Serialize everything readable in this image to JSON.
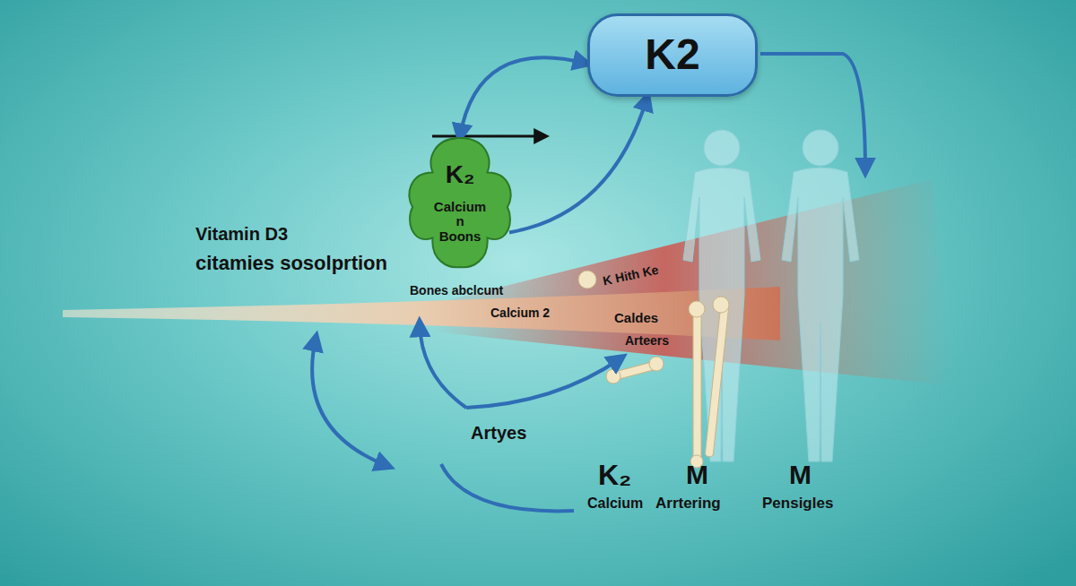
{
  "diagram": {
    "nodes": [
      {
        "text": [
          "K2"
        ]
      },
      {
        "text": [
          "K₂",
          "Calcium n Boons"
        ]
      }
    ],
    "edges": [
      {
        "from": 1,
        "to": 0,
        "arrow": "both"
      },
      {
        "from": 1,
        "to": 0,
        "arrow": "to"
      }
    ],
    "labels": [
      "Vitamin D3",
      "citamies sosolprtion",
      "K Hith Ke",
      "Bones abclcunt",
      "Calcium 2",
      "Caldes",
      "Arteers",
      "Artyes",
      "K₂",
      "Calcium",
      "M",
      "Arrtering",
      "M",
      "Pensigles"
    ]
  }
}
